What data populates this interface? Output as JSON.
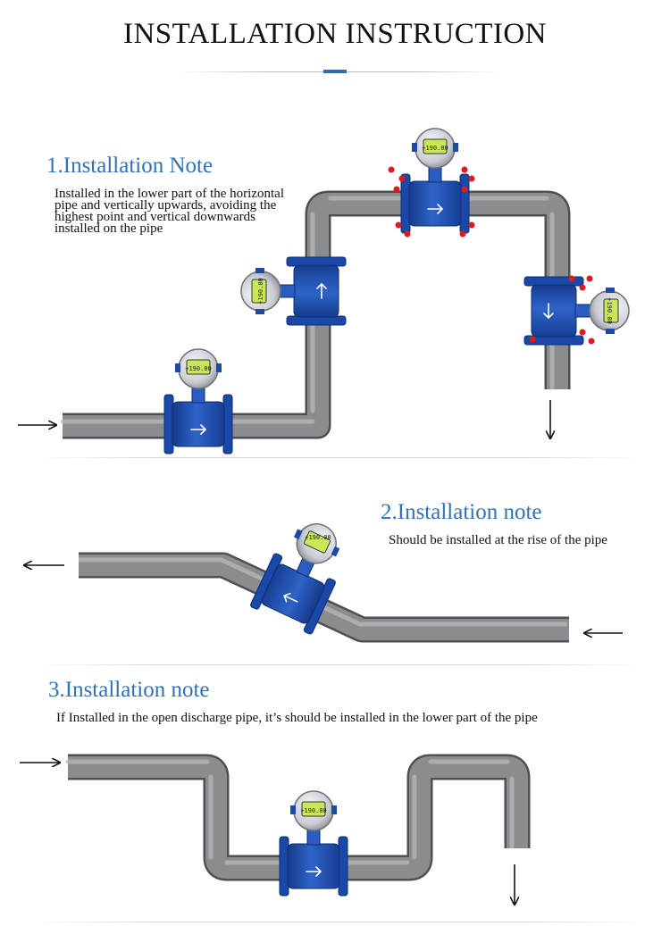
{
  "page": {
    "title": "INSTALLATION INSTRUCTION"
  },
  "sections": [
    {
      "title": "1.Installation Note",
      "description": "Installed in the lower part of the horizontal pipe and vertically upwards, avoiding the highest point and vertical downwards installed on the pipe"
    },
    {
      "title": "2.Installation note",
      "description": "Should be installed at the rise of the pipe"
    },
    {
      "title": "3.Installation note",
      "description": "If Installed in the open discharge pipe, it’s should be installed in the lower part of the pipe"
    }
  ],
  "meter": {
    "display_value": "+190.00"
  },
  "colors": {
    "title_accent": "#2e6db4",
    "section_title": "#2f72b8",
    "pipe": "#7d7f82",
    "meter_body": "#1f4fb0",
    "display": "#c8e85a",
    "warning_dots": "#e11b1b"
  },
  "icons": [
    "flow-arrow-icon",
    "direction-arrow-icon",
    "warning-dot-icon"
  ]
}
